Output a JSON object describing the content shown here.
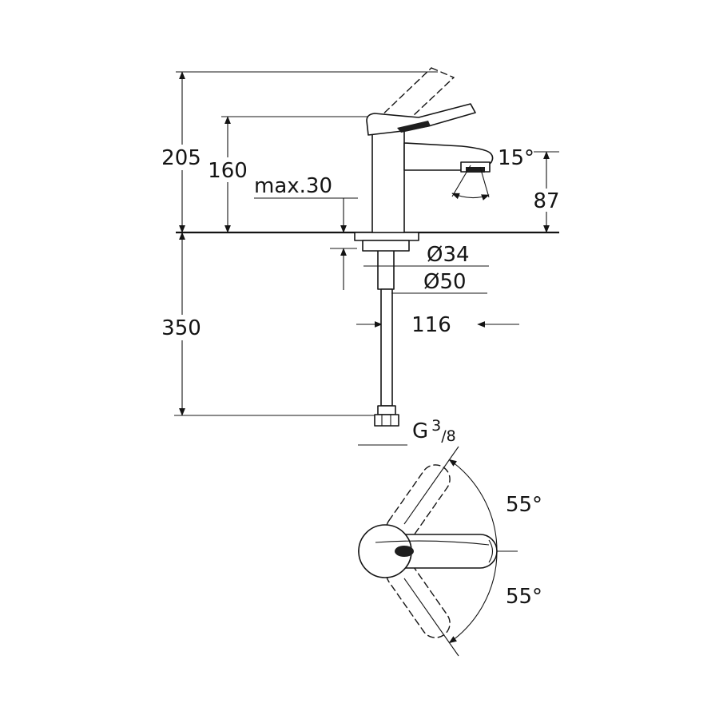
{
  "colors": {
    "background": "#ffffff",
    "line": "#141414"
  },
  "labels": {
    "height_overall": "205",
    "height_to_spout": "160",
    "max_mounting": "max.30",
    "spout_angle": "15°",
    "outlet_to_deck": "87",
    "dia_shank": "Ø34",
    "dia_base": "Ø50",
    "spout_reach": "116",
    "hose_length": "350",
    "thread_G": "G",
    "thread_num": "3",
    "thread_slash": "/",
    "thread_den": "8",
    "swivel_up": "55°",
    "swivel_down": "55°"
  }
}
